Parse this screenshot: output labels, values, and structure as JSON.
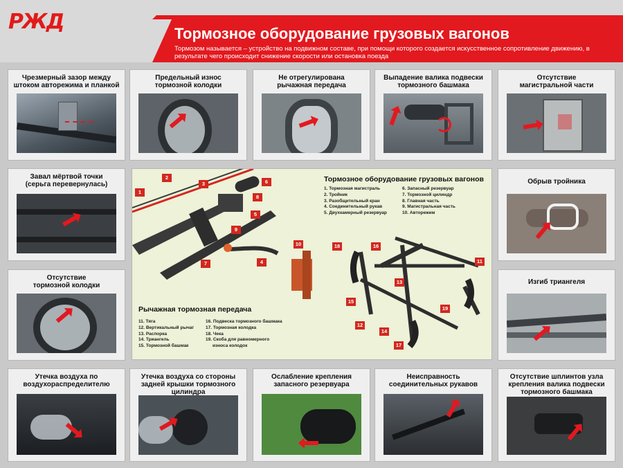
{
  "logo": "РЖД",
  "header": {
    "title": "Тормозное оборудование грузовых вагонов",
    "subtitle": "Тормозом называется – устройство на подвижном составе, при помощи которого создается искусственное сопротивление движению, в результате чего происходит снижение скорости или остановка поезда"
  },
  "panels": {
    "p1": "Чрезмерный зазор между\nштоком авторежима и планкой",
    "p2": "Предельный износ\nтормозной колодки",
    "p3": "Не отрегулирована\nрычажная передача",
    "p4": "Выпадение валика подвески\nтормозного башмака",
    "p5": "Отсутствие\nмагистральной части",
    "p6": "Завал мёртвой точки\n(серьга перевернулась)",
    "p7": "Обрыв тройника",
    "p8": "Отсутствие\nтормозной колодки",
    "p9": "Изгиб триангеля",
    "p10": "Утечка воздуха по\nвоздухораспределителю",
    "p11": "Утечка воздуха со стороны\nзадней крышки тормозного\nцилиндра",
    "p12": "Ослабление крепления\nзапасного резервуара",
    "p13": "Неисправность\nсоединительных рукавов",
    "p14": "Отсутствие шплинтов узла\nкрепления валика подвески\nтормозного башмака"
  },
  "center": {
    "title": "Тормозное оборудование грузовых вагонов",
    "legend_a": [
      "1. Тормозная магистраль",
      "2. Тройник",
      "3. Разобщительный кран",
      "4. Соединительный рукав",
      "5. Двухкамерный резервуар"
    ],
    "legend_b": [
      "6. Запасный резервуар",
      "7. Тормозной цилиндр",
      "8. Главная часть",
      "9. Магистральная часть",
      "10. Авторежим"
    ],
    "lever_title": "Рычажная тормозная передача",
    "legend_c": [
      "11. Тяга",
      "12. Вертикальный рычаг",
      "13. Распорка",
      "14. Триангель",
      "15. Тормозной башмак"
    ],
    "legend_d": [
      "16. Подвеска тормозного башмака",
      "17. Тормозная колодка",
      "18. Чека",
      "19. Скоба для равномерного",
      "износа колодок"
    ],
    "badges": [
      "1",
      "2",
      "3",
      "4",
      "5",
      "6",
      "7",
      "8",
      "9",
      "10",
      "11",
      "12",
      "13",
      "14",
      "15",
      "16",
      "17",
      "18",
      "19"
    ]
  }
}
